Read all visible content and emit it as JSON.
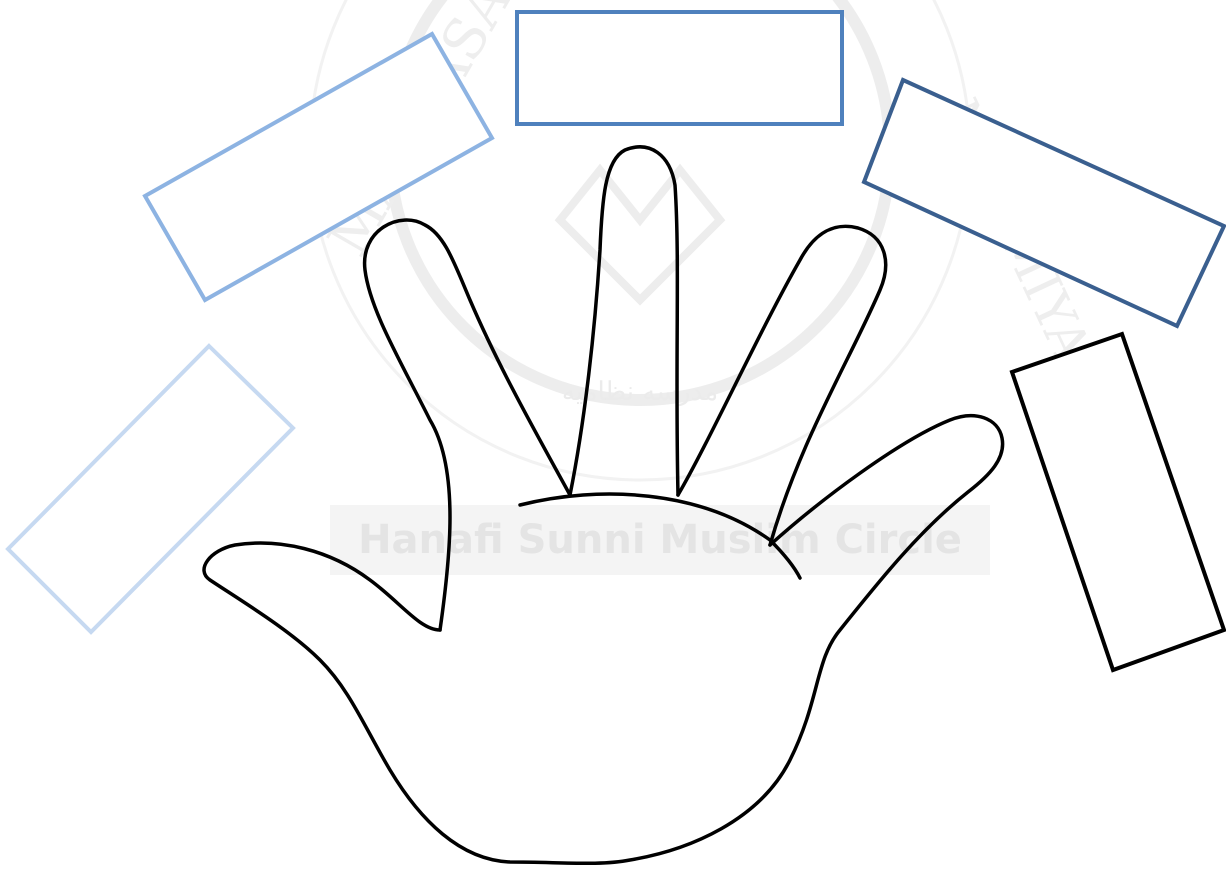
{
  "diagram": {
    "subject": "outline of an open hand with five fingers",
    "watermark": {
      "top_arc_text": "MADRASAH",
      "right_arc_text": "NIZAMIYAH",
      "arabic_text": "مدرسه نظاميه",
      "band_text": "Hanafi Sunni Muslim Circle",
      "color": "#e6e6e6"
    },
    "label_boxes": [
      {
        "id": "thumb",
        "text": "",
        "stroke": "#c6d9f1"
      },
      {
        "id": "index",
        "text": "",
        "stroke": "#8db3e2"
      },
      {
        "id": "middle",
        "text": "",
        "stroke": "#4f81bd"
      },
      {
        "id": "ring",
        "text": "",
        "stroke": "#3a5f8f"
      },
      {
        "id": "little",
        "text": "",
        "stroke": "#000000"
      }
    ]
  }
}
